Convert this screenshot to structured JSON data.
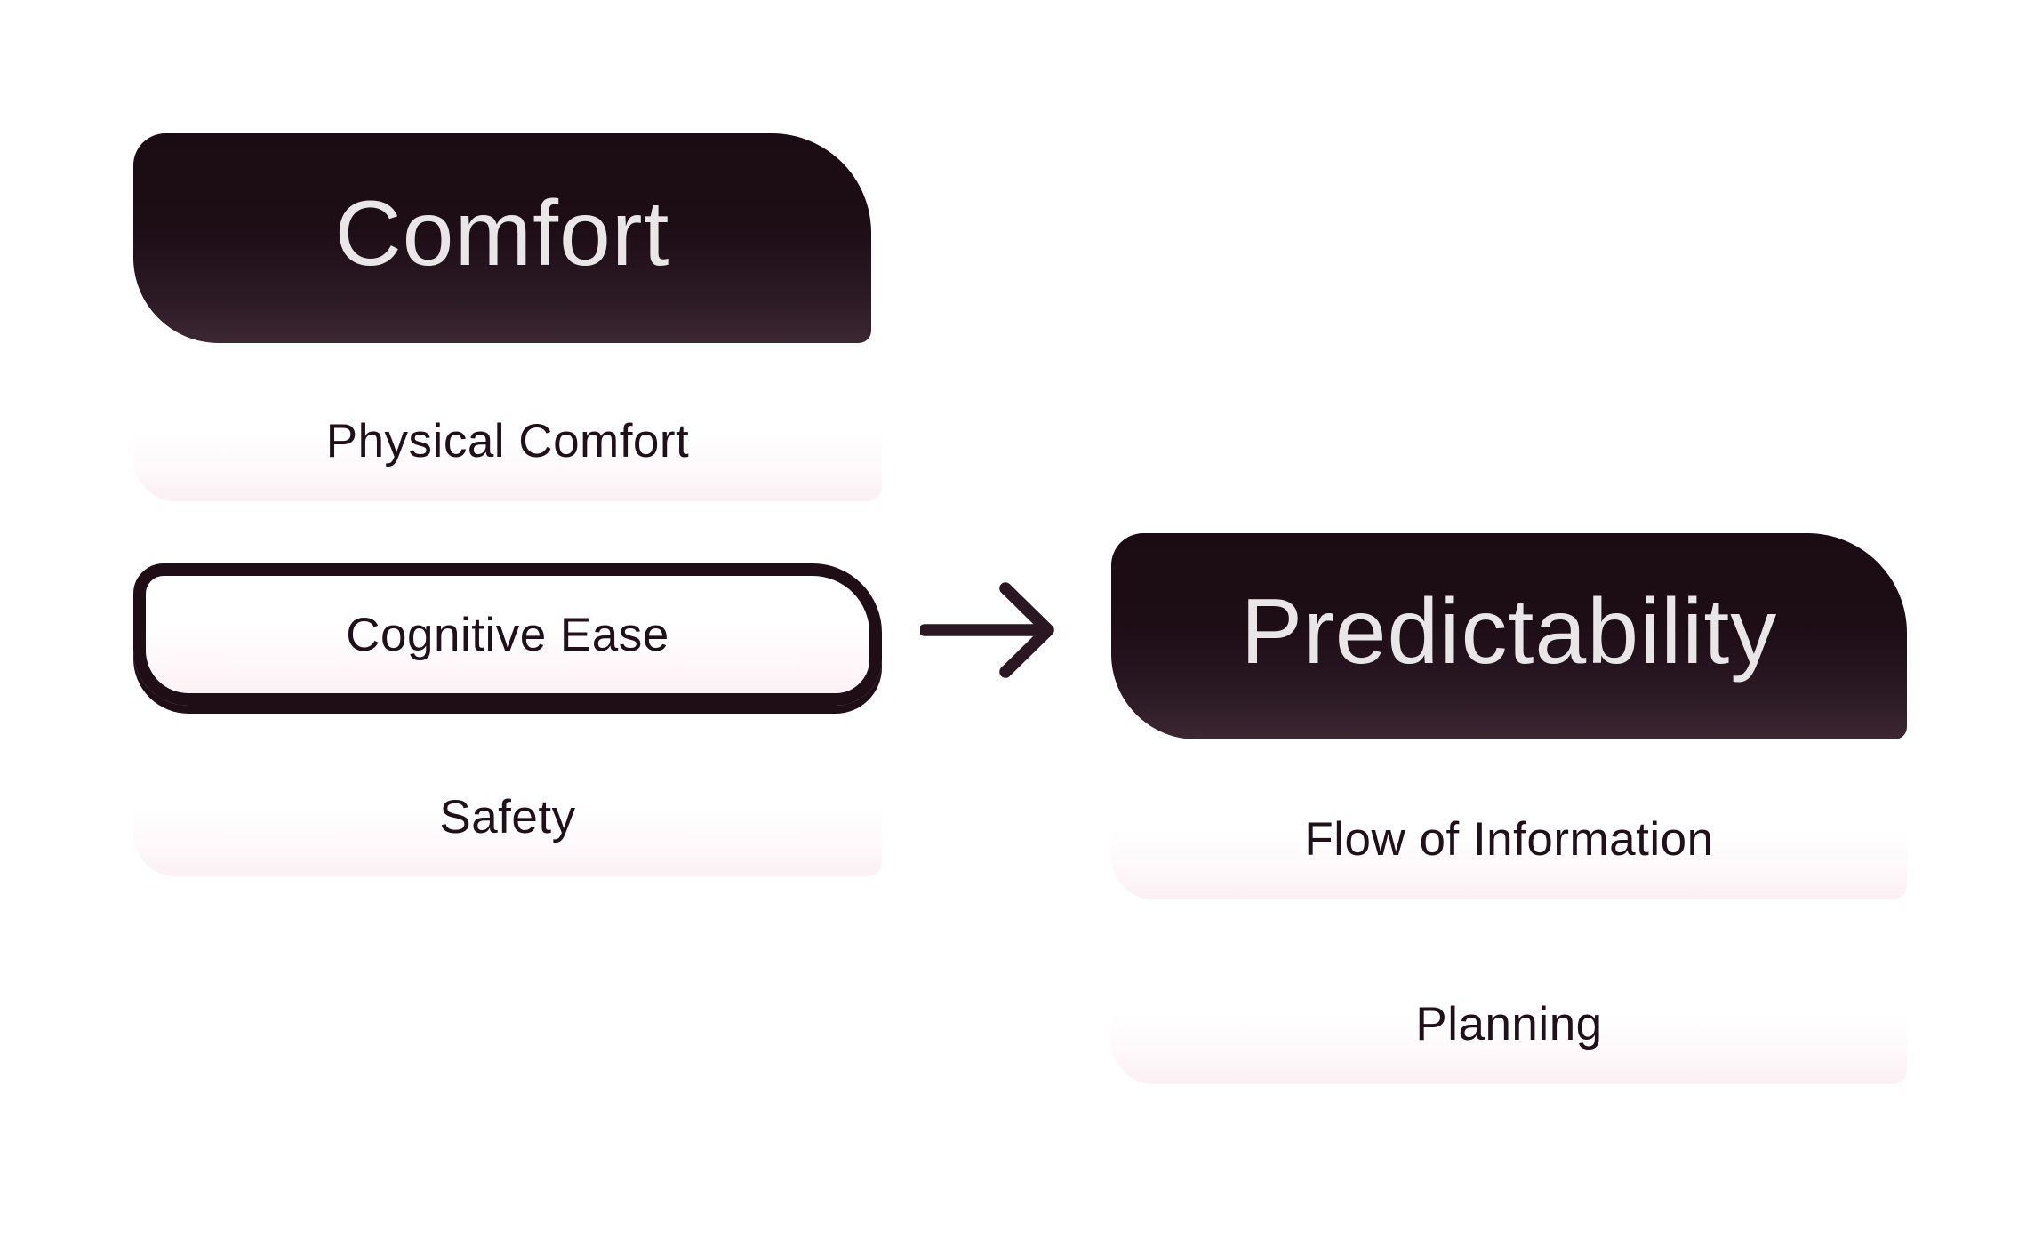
{
  "diagram": {
    "left_group": {
      "header": "Comfort",
      "items": [
        {
          "label": "Physical Comfort",
          "highlighted": false
        },
        {
          "label": "Cognitive Ease",
          "highlighted": true
        },
        {
          "label": "Safety",
          "highlighted": false
        }
      ]
    },
    "connector": {
      "icon": "arrow-right-icon",
      "from": "Cognitive Ease",
      "to": "Predictability"
    },
    "right_group": {
      "header": "Predictability",
      "items": [
        {
          "label": "Flow of Information",
          "highlighted": false
        },
        {
          "label": "Planning",
          "highlighted": false
        }
      ]
    }
  },
  "colors": {
    "background": "#ffffff",
    "dark_box_top": "#1b0c14",
    "dark_box_bottom": "#3d2832",
    "header_text": "#e9e6e8",
    "card_text": "#201019",
    "card_bottom_tint": "#fcf0f5",
    "card_shadow_pink": "#fbe7ef",
    "highlight_outline": "#200e17",
    "arrow": "#2b1721"
  }
}
